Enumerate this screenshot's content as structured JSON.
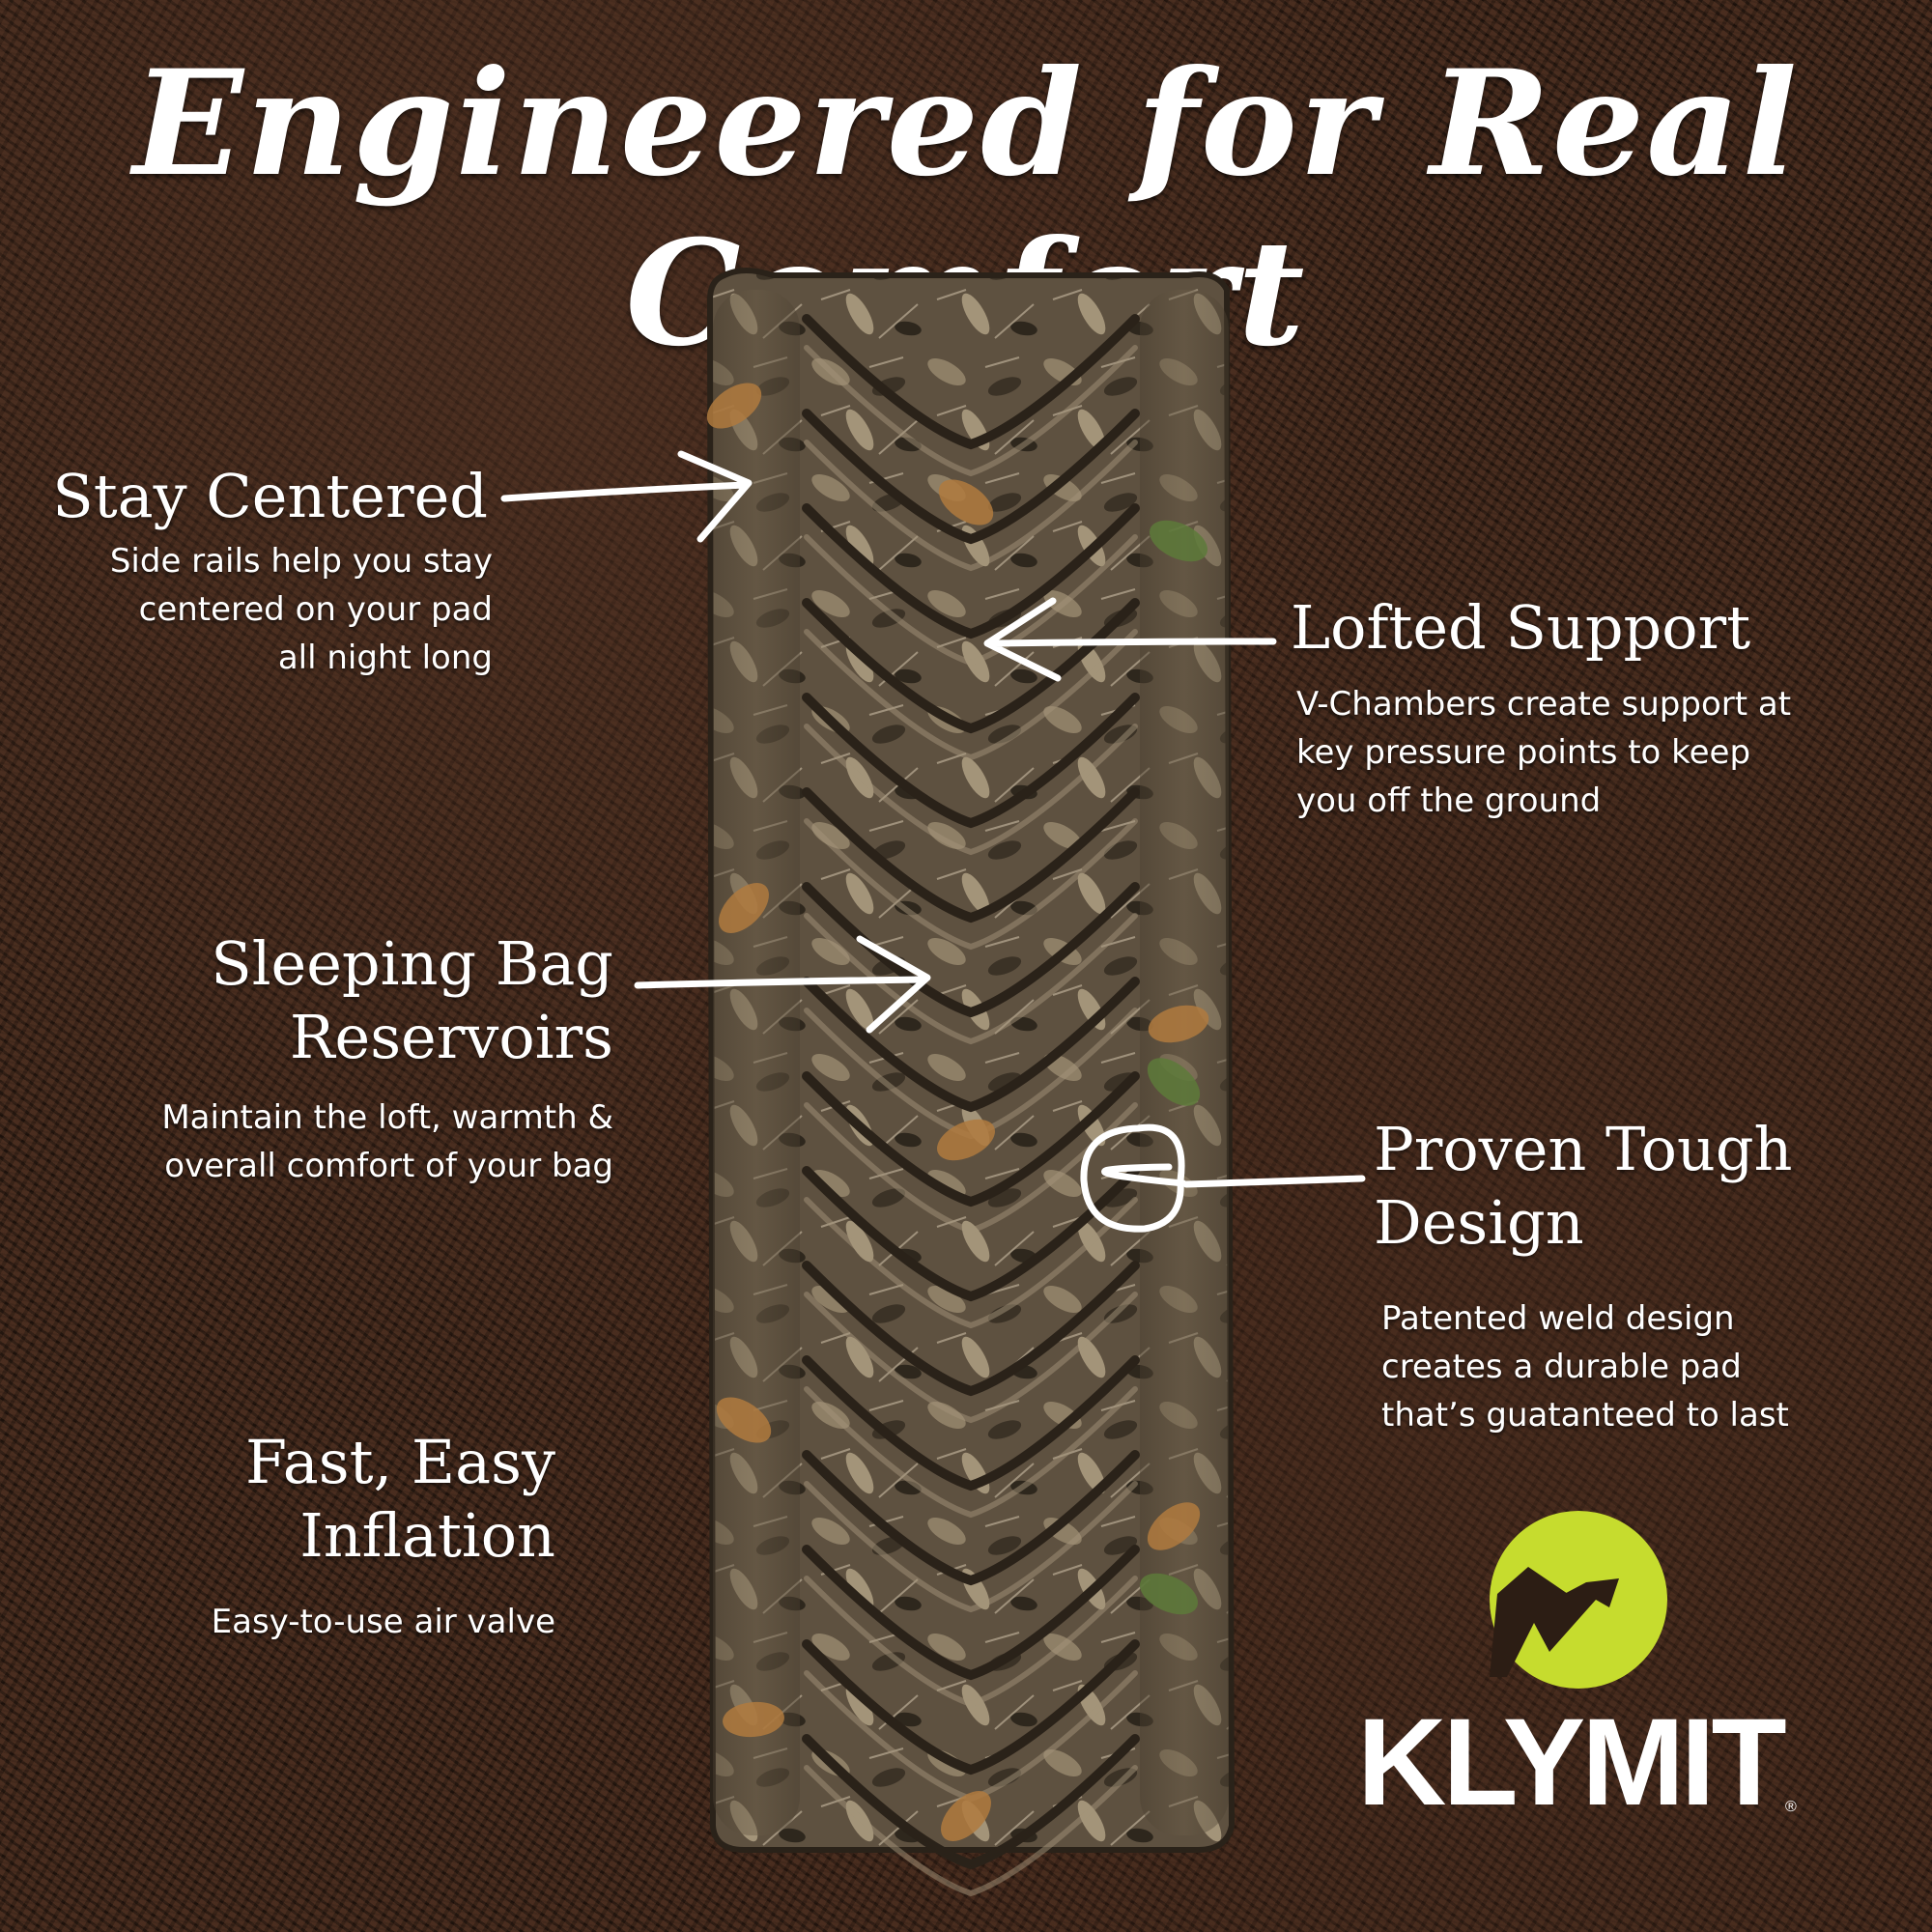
{
  "headline": "Engineered for Real Comfort",
  "features": {
    "stay_centered": {
      "title": "Stay Centered",
      "desc": [
        "Side rails help you stay",
        "centered on your pad",
        "all night long"
      ]
    },
    "lofted_support": {
      "title": "Lofted Support",
      "desc": [
        "V-Chambers create support at",
        "key pressure points to keep",
        "you off the ground"
      ]
    },
    "sleeping_bag": {
      "title": [
        "Sleeping Bag",
        "Reservoirs"
      ],
      "desc": [
        "Maintain the loft, warmth &",
        "overall comfort of your bag"
      ]
    },
    "proven_tough": {
      "title": [
        "Proven Tough",
        "Design"
      ],
      "desc": [
        "Patented weld design",
        "creates a durable pad",
        "that’s guatanteed to last"
      ]
    },
    "fast_easy": {
      "title": [
        "Fast, Easy",
        "Inflation"
      ],
      "desc": [
        "Easy-to-use air valve"
      ]
    }
  },
  "brand": {
    "name": "KLYMIT",
    "registered": "®",
    "logo_color": "#c6dc2e"
  },
  "colors": {
    "text": "#ffffff",
    "camo_dark": "#3b3226",
    "camo_mid": "#6b5d48",
    "camo_light": "#a39479",
    "leaf_orange": "#b07a3e",
    "leaf_green": "#5d7a3a"
  }
}
